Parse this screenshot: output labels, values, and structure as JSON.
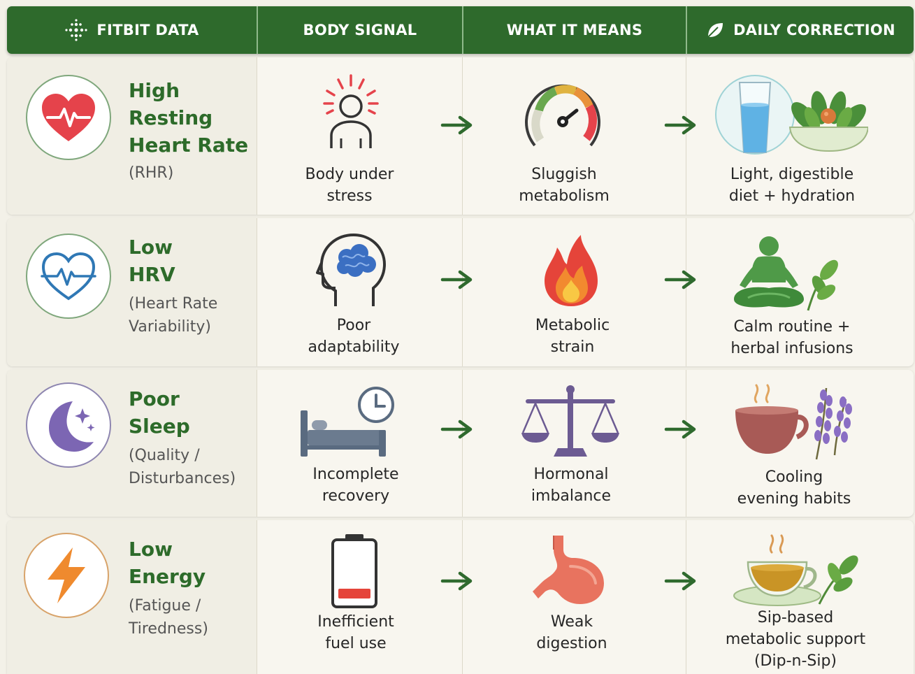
{
  "header": {
    "fitbit_data": "FITBIT DATA",
    "body_signal": "BODY SIGNAL",
    "what_it_means": "WHAT IT MEANS",
    "daily_correction": "DAILY CORRECTION"
  },
  "colors": {
    "header_green": "#2e6a2c",
    "title_green": "#2d6b2a",
    "arrow_green": "#2f6a2e",
    "background": "#f3f1e8"
  },
  "rows": [
    {
      "metric_lines": [
        "High",
        "Resting",
        "Heart Rate"
      ],
      "metric_sub": [
        "(RHR)"
      ],
      "metric_icon": "heart-rate-icon",
      "signal": [
        "Body under",
        "stress"
      ],
      "signal_icon": "stressed-person-icon",
      "meaning": [
        "Sluggish",
        "metabolism"
      ],
      "meaning_icon": "speed-gauge-icon",
      "correction": [
        "Light, digestible",
        "diet + hydration"
      ],
      "correction_icon": "water-and-salad-icon"
    },
    {
      "metric_lines": [
        "Low",
        "HRV"
      ],
      "metric_sub": [
        "(Heart Rate",
        "Variability)"
      ],
      "metric_icon": "heart-pulse-outline-icon",
      "signal": [
        "Poor",
        "adaptability"
      ],
      "signal_icon": "head-brain-icon",
      "meaning": [
        "Metabolic",
        "strain"
      ],
      "meaning_icon": "flame-icon",
      "correction": [
        "Calm routine +",
        "herbal infusions"
      ],
      "correction_icon": "meditation-leaf-icon"
    },
    {
      "metric_lines": [
        "Poor",
        "Sleep"
      ],
      "metric_sub": [
        "(Quality /",
        "Disturbances)"
      ],
      "metric_icon": "moon-stars-icon",
      "signal": [
        "Incomplete",
        "recovery"
      ],
      "signal_icon": "bed-clock-icon",
      "meaning": [
        "Hormonal",
        "imbalance"
      ],
      "meaning_icon": "balance-scale-icon",
      "correction": [
        "Cooling",
        "evening habits"
      ],
      "correction_icon": "tea-cup-lavender-icon"
    },
    {
      "metric_lines": [
        "Low",
        "Energy"
      ],
      "metric_sub": [
        "(Fatigue /",
        "Tiredness)"
      ],
      "metric_icon": "lightning-bolt-icon",
      "signal": [
        "Inefficient",
        "fuel use"
      ],
      "signal_icon": "low-battery-icon",
      "meaning": [
        "Weak",
        "digestion"
      ],
      "meaning_icon": "stomach-icon",
      "correction": [
        "Sip-based",
        "metabolic support",
        "(Dip-n-Sip)"
      ],
      "correction_icon": "herbal-tea-cup-icon"
    }
  ]
}
